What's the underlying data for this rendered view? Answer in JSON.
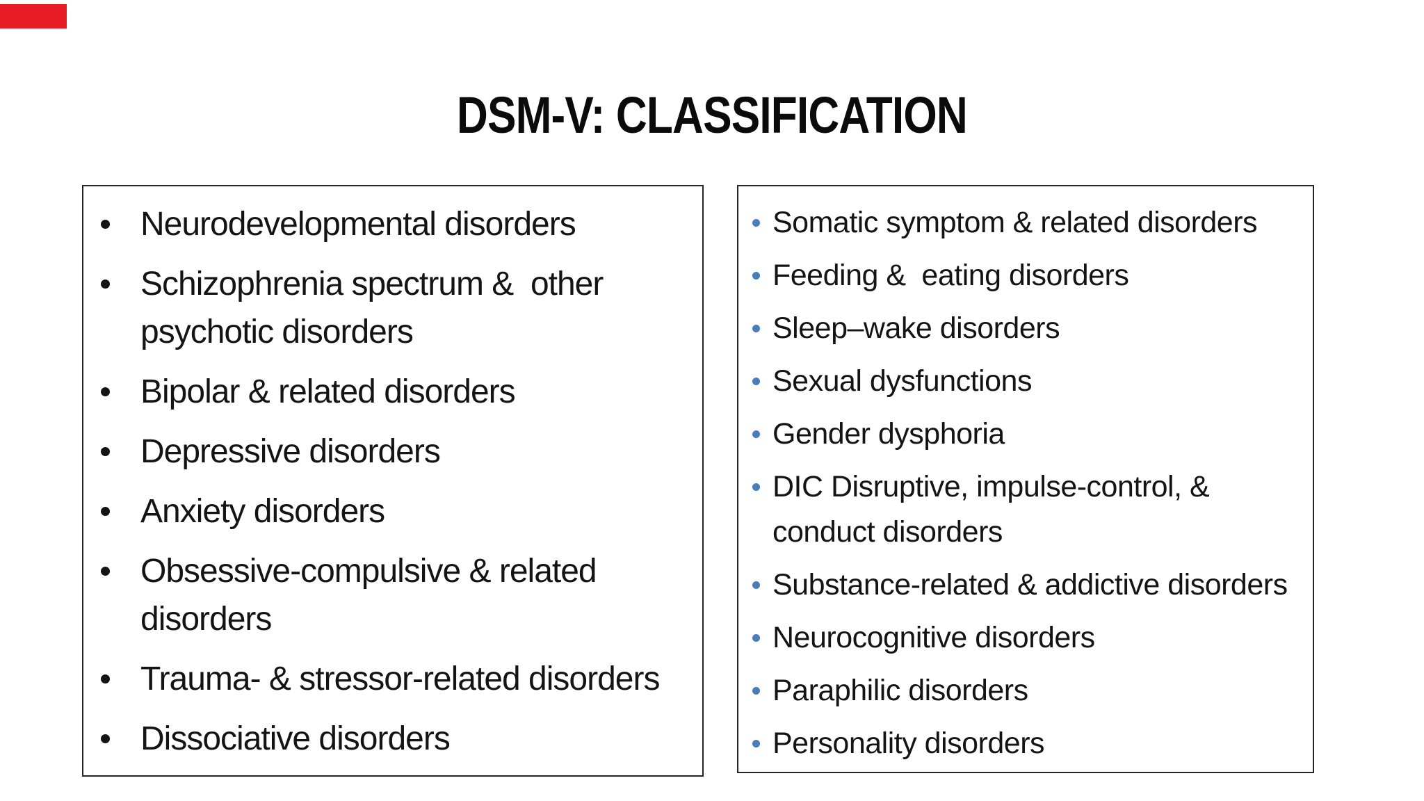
{
  "slide": {
    "title": "DSM-V: CLASSIFICATION"
  },
  "colors": {
    "background": "#ffffff",
    "text": "#141414",
    "title": "#0b0b0b",
    "box_border": "#262626",
    "red_marker": "#e81c24",
    "left_bullet": "#141414",
    "right_bullet": "#4a7cba"
  },
  "boxes": {
    "left": {
      "items": [
        "Neurodevelopmental disorders",
        "Schizophrenia spectrum &  other\npsychotic disorders",
        "Bipolar & related disorders",
        "Depressive disorders",
        "Anxiety disorders",
        "Obsessive-compulsive & related\ndisorders",
        "Trauma- & stressor-related disorders",
        "Dissociative disorders"
      ]
    },
    "right": {
      "items": [
        "Somatic symptom & related disorders",
        "Feeding &  eating disorders",
        "Sleep–wake disorders",
        "Sexual dysfunctions",
        "Gender dysphoria",
        "DIC Disruptive, impulse-control, &\nconduct disorders",
        "Substance-related & addictive disorders",
        "Neurocognitive disorders",
        "Paraphilic disorders",
        "Personality disorders"
      ]
    }
  }
}
